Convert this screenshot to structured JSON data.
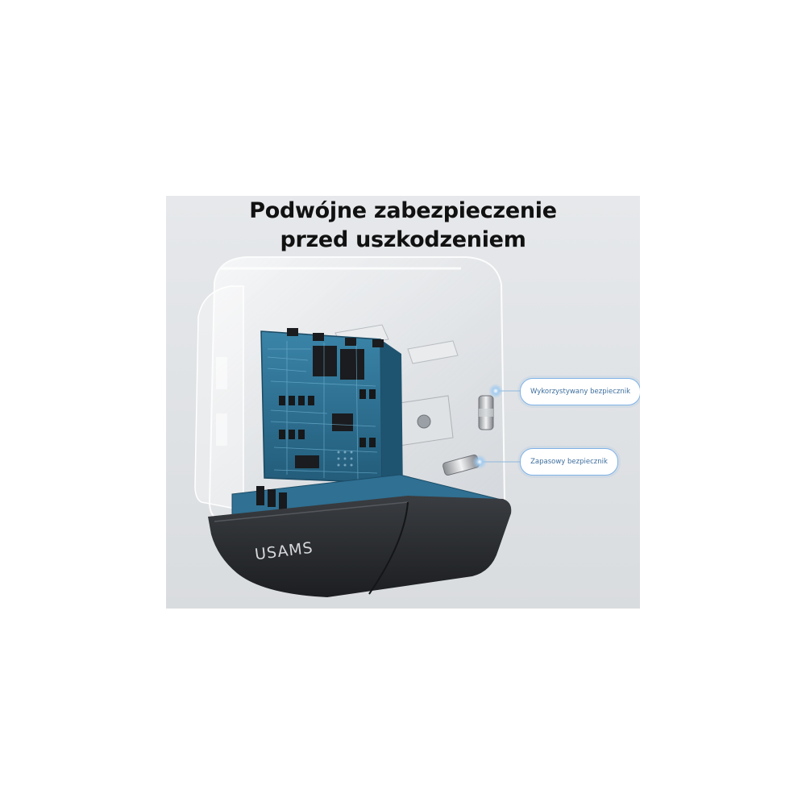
{
  "headline": {
    "line1": "Podwójne zabezpieczenie",
    "line2": "przed uszkodzeniem"
  },
  "callouts": {
    "used_fuse": "Wykorzystywany bezpiecznik",
    "spare_fuse": "Zapasowy bezpiecznik"
  },
  "brand": {
    "logo_text": "USAMS"
  },
  "colors": {
    "pcb_blue": "#2d6d8e",
    "callout_accent": "#7fb2e6",
    "base_dark": "#2a2d30"
  }
}
